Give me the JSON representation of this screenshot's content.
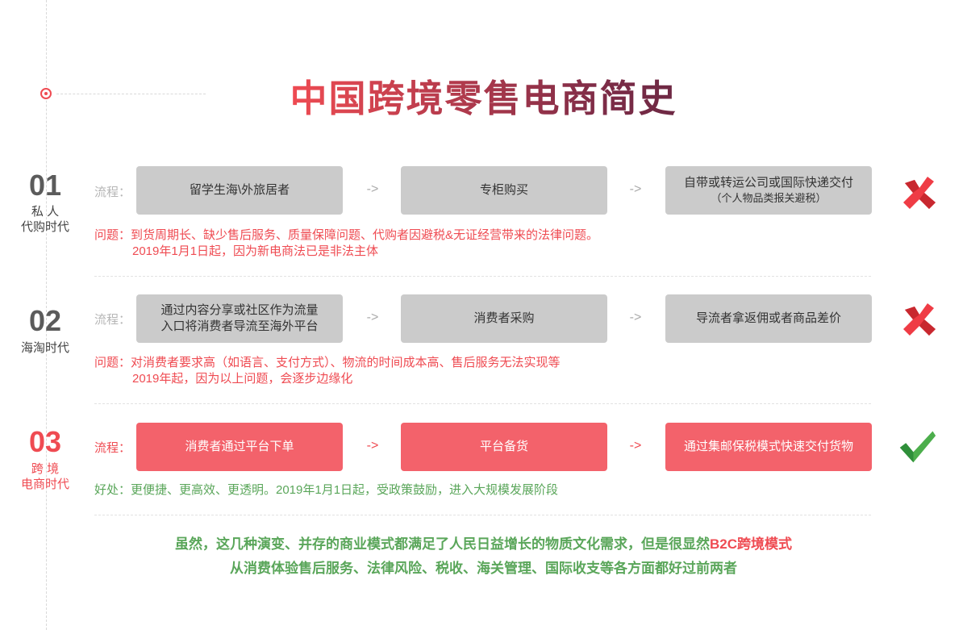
{
  "title": "中国跨境零售电商简史",
  "flow_label": "流程：",
  "arrow": "->",
  "stages": [
    {
      "number": "01",
      "name_line1": "私 人",
      "name_line2": "代购时代",
      "steps": [
        "留学生海\\外旅居者",
        "专柜购买",
        "自带或转运公司或国际快递交付"
      ],
      "step3_sub": "（个人物品类报关避税）",
      "note_line1": "问题：到货周期长、缺少售后服务、质量保障问题、代购者因避税&无证经营带来的法律问题。",
      "note_line2": "2019年1月1日起，因为新电商法已是非法主体",
      "mark": "cross-icon"
    },
    {
      "number": "02",
      "name_line1": "海淘时代",
      "steps_line1": "通过内容分享或社区作为流量",
      "steps_line2": "入口将消费者导流至海外平台",
      "steps": [
        "消费者采购",
        "导流者拿返佣或者商品差价"
      ],
      "note_line1": "问题：对消费者要求高（如语言、支付方式）、物流的时间成本高、售后服务无法实现等",
      "note_line2": "2019年起，因为以上问题，会逐步边缘化",
      "mark": "cross-icon"
    },
    {
      "number": "03",
      "name_line1": "跨 境",
      "name_line2": "电商时代",
      "steps": [
        "消费者通过平台下单",
        "平台备货",
        "通过集邮保税模式快速交付货物"
      ],
      "note_line1": "好处：更便捷、更高效、更透明。2019年1月1日起，受政策鼓励，进入大规模发展阶段",
      "mark": "check-icon"
    }
  ],
  "summary": {
    "line1_part1": "虽然，这几种演变、并存的商业模式都满足了人民日益增长的物质文化需求，但是很显然",
    "line1_highlight": "B2C跨境模式",
    "line2": "从消费体验售后服务、法律风险、税收、海关管理、国际收支等各方面都好过前两者"
  },
  "colors": {
    "accent": "#ef4b52",
    "good": "#5aa65a",
    "box_gray": "#cbcbcb",
    "box_hot": "#f3626b"
  }
}
